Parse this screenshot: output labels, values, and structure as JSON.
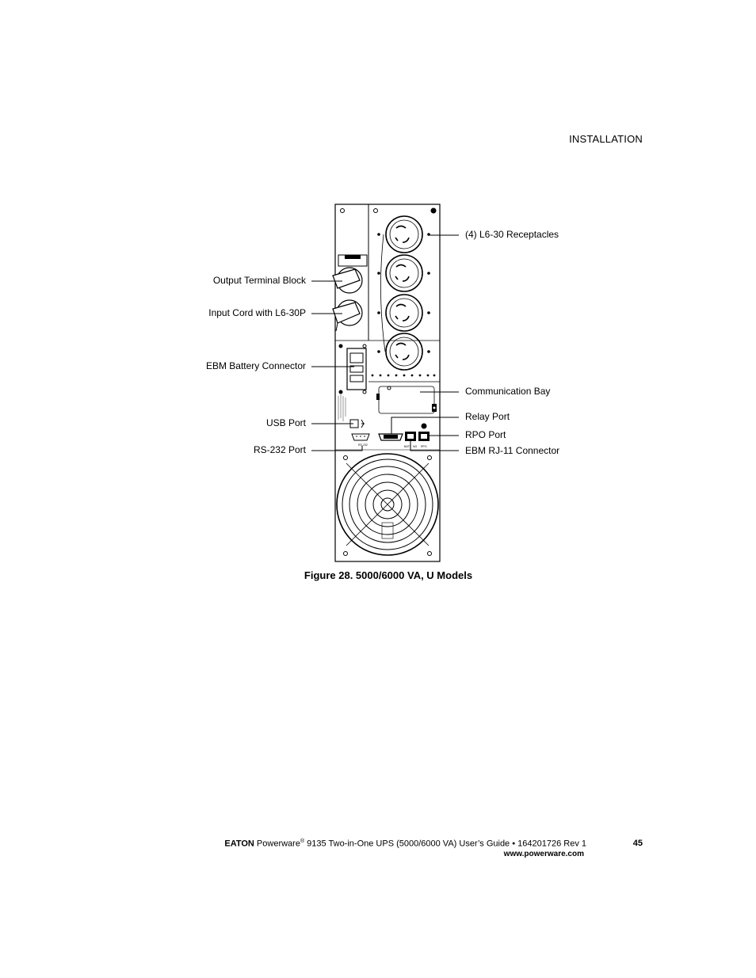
{
  "header": {
    "section": "INSTALLATION"
  },
  "figure": {
    "callouts_left": [
      "Output Terminal Block",
      "Input Cord with L6-30P",
      "EBM Battery Connector",
      "USB Port",
      "RS-232 Port"
    ],
    "callouts_right": [
      "(4) L6-30 Receptacles",
      "Communication Bay",
      "Relay Port",
      "RPO Port",
      "EBM RJ-11 Connector"
    ],
    "panel_labels": {
      "rs232": "RS-232",
      "batt": "BATT",
      "no": "NO",
      "rpo": "RPO"
    },
    "caption": "Figure 28. 5000/6000 VA, U Models"
  },
  "footer": {
    "brand": "EATON",
    "product": "Powerware",
    "reg": "®",
    "rest": " 9135 Two-in-One UPS (5000/6000 VA) User’s Guide  •  164201726 Rev 1",
    "url": "www.powerware.com",
    "page": "45"
  }
}
